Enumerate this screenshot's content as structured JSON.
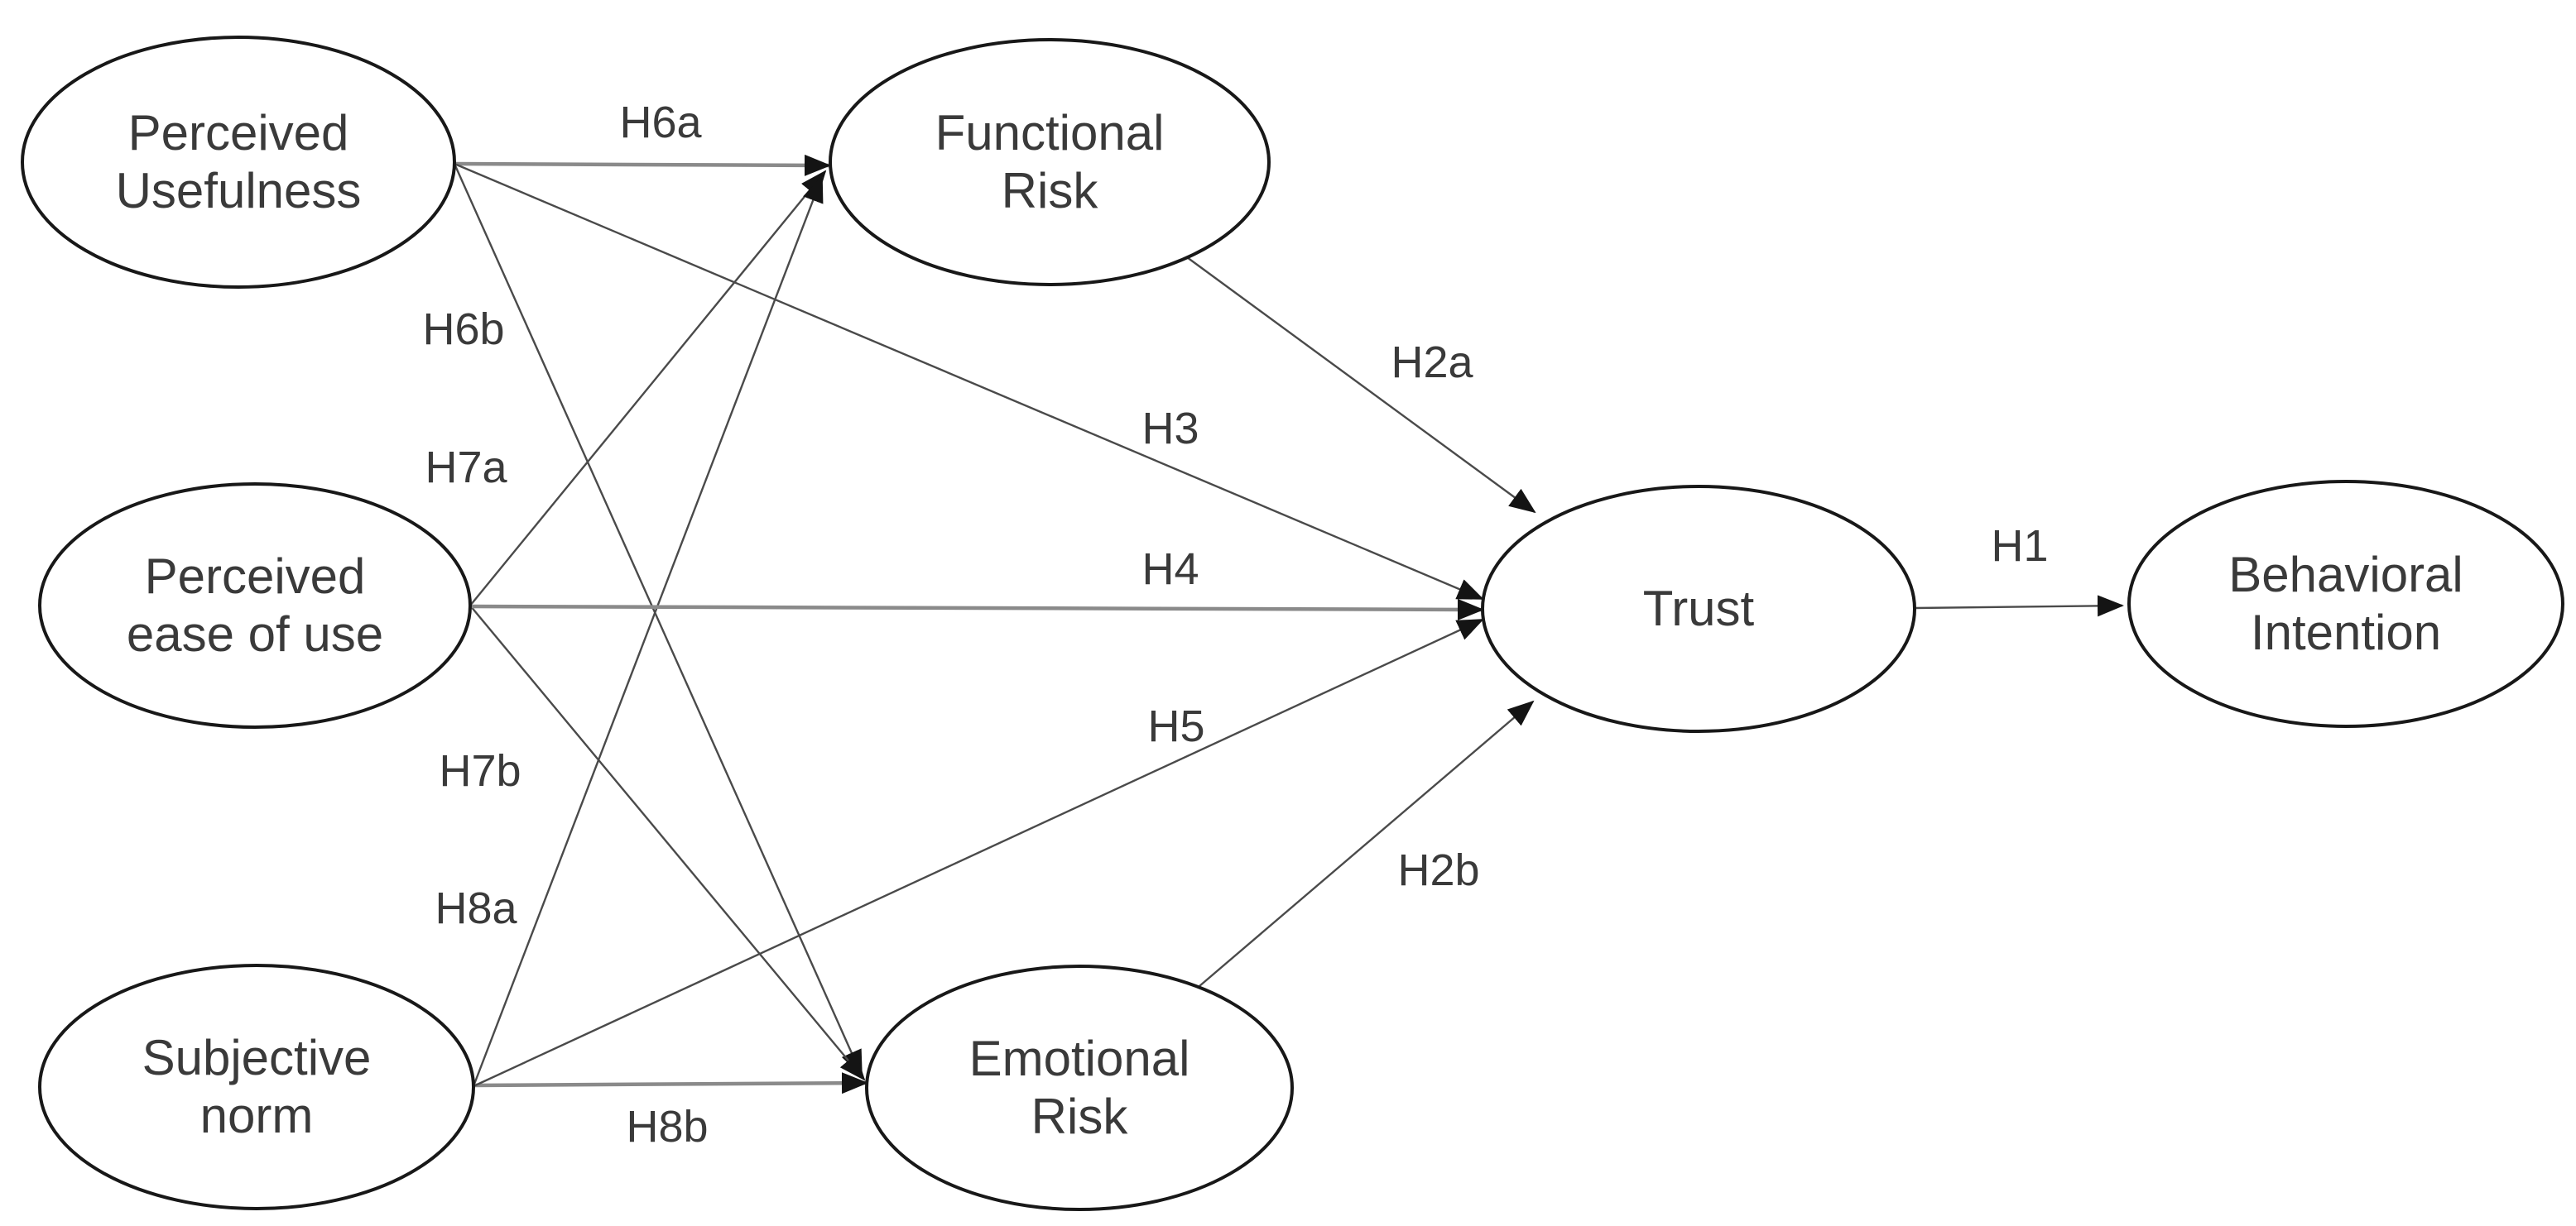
{
  "diagram": {
    "title": "Research model path diagram",
    "nodes": {
      "perceived_usefulness": {
        "lines": [
          "Perceived",
          "Usefulness"
        ]
      },
      "perceived_ease_of_use": {
        "lines": [
          "Perceived",
          "ease of use"
        ]
      },
      "subjective_norm": {
        "lines": [
          "Subjective",
          "norm"
        ]
      },
      "functional_risk": {
        "lines": [
          "Functional",
          "Risk"
        ]
      },
      "emotional_risk": {
        "lines": [
          "Emotional",
          "Risk"
        ]
      },
      "trust": {
        "lines": [
          "Trust"
        ]
      },
      "behavioral_intention": {
        "lines": [
          "Behavioral",
          "Intention"
        ]
      }
    },
    "edges": [
      {
        "id": "H1",
        "from": "trust",
        "to": "behavioral_intention",
        "label": "H1"
      },
      {
        "id": "H2a",
        "from": "functional_risk",
        "to": "trust",
        "label": "H2a"
      },
      {
        "id": "H2b",
        "from": "emotional_risk",
        "to": "trust",
        "label": "H2b"
      },
      {
        "id": "H3",
        "from": "perceived_usefulness",
        "to": "trust",
        "label": "H3"
      },
      {
        "id": "H4",
        "from": "perceived_ease_of_use",
        "to": "trust",
        "label": "H4"
      },
      {
        "id": "H5",
        "from": "subjective_norm",
        "to": "trust",
        "label": "H5"
      },
      {
        "id": "H6a",
        "from": "perceived_usefulness",
        "to": "functional_risk",
        "label": "H6a"
      },
      {
        "id": "H6b",
        "from": "perceived_usefulness",
        "to": "emotional_risk",
        "label": "H6b"
      },
      {
        "id": "H7a",
        "from": "perceived_ease_of_use",
        "to": "functional_risk",
        "label": "H7a"
      },
      {
        "id": "H7b",
        "from": "perceived_ease_of_use",
        "to": "emotional_risk",
        "label": "H7b"
      },
      {
        "id": "H8a",
        "from": "subjective_norm",
        "to": "functional_risk",
        "label": "H8a"
      },
      {
        "id": "H8b",
        "from": "subjective_norm",
        "to": "emotional_risk",
        "label": "H8b"
      }
    ],
    "colors": {
      "background": "#ffffff",
      "node_stroke": "#181818",
      "node_fill": "#ffffff",
      "line": "#4a4a4a",
      "line_heavy": "#8a8a8a",
      "arrowhead": "#141414",
      "text": "#3a3a3a"
    }
  }
}
